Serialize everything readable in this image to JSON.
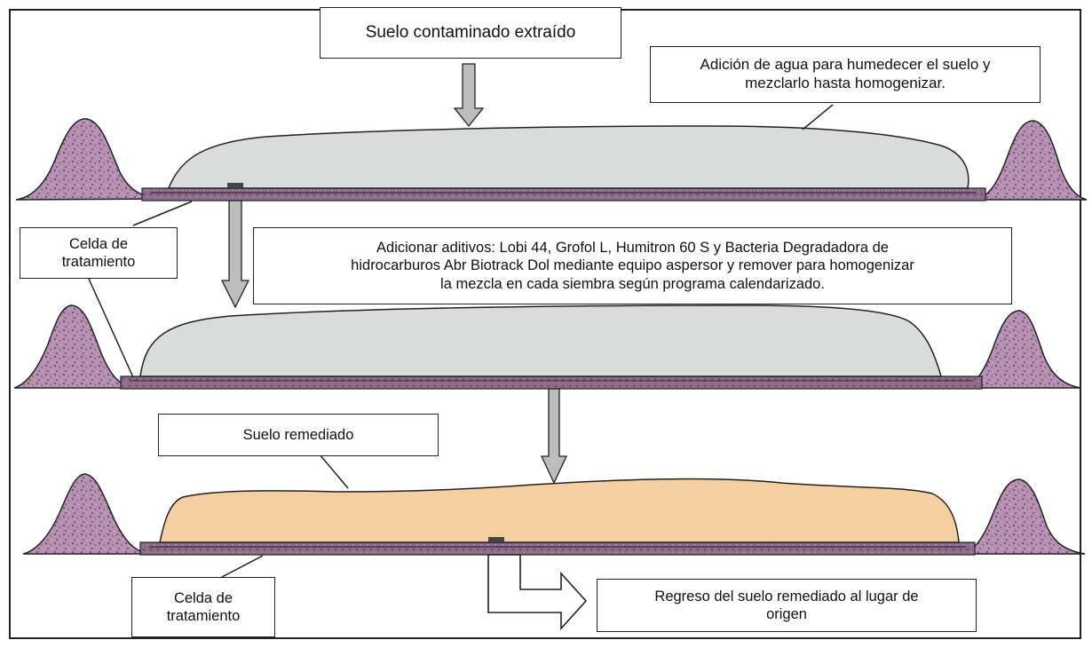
{
  "labels": {
    "extracted_soil": "Suelo contaminado extraído",
    "add_water": "Adición de agua para humedecer el suelo y\nmezclarlo hasta homogenizar.",
    "treatment_cell_top": "Celda de\ntratamiento",
    "additives": "Adicionar aditivos: Lobi 44, Grofol L, Humitron 60 S y Bacteria Degradadora de\nhidrocarburos Abr  Biotrack Dol mediante equipo aspersor y remover para homogenizar\nla mezcla en cada siembra según programa calendarizado.",
    "remediated_soil": "Suelo remediado",
    "treatment_cell_bottom": "Celda de\ntratamiento",
    "return_soil": "Regreso del suelo remediado al lugar de\norigen"
  },
  "colors": {
    "untreated_soil": "#d9dcdb",
    "remediated_soil": "#f5cfa0",
    "berm": "#b78fb3",
    "arrow_fill": "#bdbdbd",
    "outline": "#222222"
  }
}
